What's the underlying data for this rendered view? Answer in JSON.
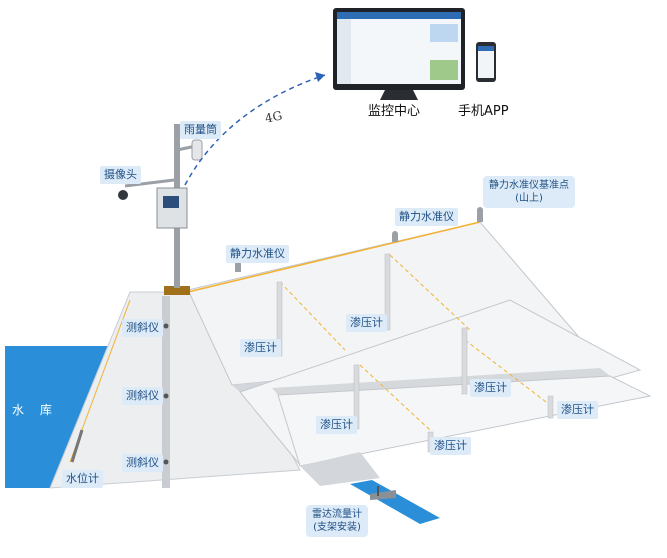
{
  "diagram": {
    "monitor_center_label": "监控中心",
    "mobile_app_label": "手机APP",
    "link_label": "4G",
    "reservoir_label": "水 库",
    "rain_gauge_label": "雨量筒",
    "camera_label": "摄像头",
    "static_level_base_label_line1": "静力水准仪基准点",
    "static_level_base_label_line2": "(山上)",
    "static_level_labels": [
      "静力水准仪",
      "静力水准仪"
    ],
    "inclinometer_labels": [
      "测斜仪",
      "测斜仪",
      "测斜仪"
    ],
    "water_level_label": "水位计",
    "piezometer_labels": [
      "渗压计",
      "渗压计",
      "渗压计",
      "渗压计",
      "渗压计",
      "渗压计"
    ],
    "radar_flow_label_line1": "雷达流量计",
    "radar_flow_label_line2": "(支架安装)",
    "colors": {
      "reservoir": "#2a8fd8",
      "dam_face": "#eceef0",
      "dam_edge": "#b8bcc2",
      "tag_bg": "#dcebf7",
      "tag_text": "#1f4f85",
      "dashed_4g": "#2c63b8",
      "seepage_line": "#f2b233",
      "channel": "#2a8fd8"
    }
  }
}
